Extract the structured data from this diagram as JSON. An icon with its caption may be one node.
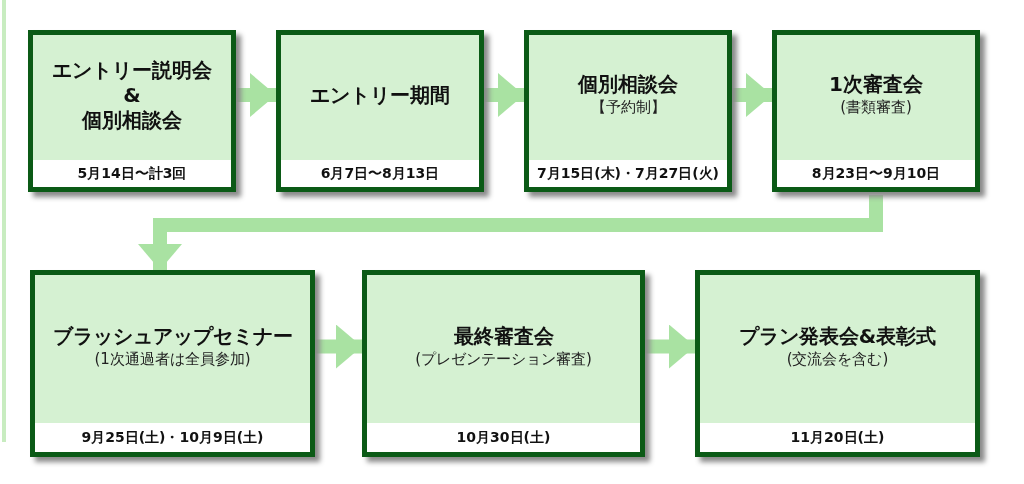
{
  "diagram": {
    "nodes": [
      {
        "text": [
          "エントリー説明会",
          "&",
          "個別相談会",
          "5月14日〜計3回"
        ]
      },
      {
        "text": [
          "エントリー期間",
          "6月7日〜8月13日"
        ]
      },
      {
        "text": [
          "個別相談会",
          "【予約制】",
          "7月15日(木)・7月27日(火)"
        ]
      },
      {
        "text": [
          "1次審査会",
          "(書類審査)",
          "8月23日〜9月10日"
        ]
      },
      {
        "text": [
          "ブラッシュアップセミナー",
          "(1次通過者は全員参加)",
          "9月25日(土)・10月9日(土)"
        ]
      },
      {
        "text": [
          "最終審査会",
          "(プレゼンテーション審査)",
          "10月30日(土)"
        ]
      },
      {
        "text": [
          "プラン発表会&表彰式",
          "(交流会を含む)",
          "11月20日(土)"
        ]
      }
    ],
    "edges": [
      {
        "from": 0,
        "to": 1,
        "arrow": "to"
      },
      {
        "from": 1,
        "to": 2,
        "arrow": "to"
      },
      {
        "from": 2,
        "to": 3,
        "arrow": "to"
      },
      {
        "from": 3,
        "to": 4,
        "arrow": "to"
      },
      {
        "from": 4,
        "to": 5,
        "arrow": "to"
      },
      {
        "from": 5,
        "to": 6,
        "arrow": "to"
      }
    ]
  }
}
